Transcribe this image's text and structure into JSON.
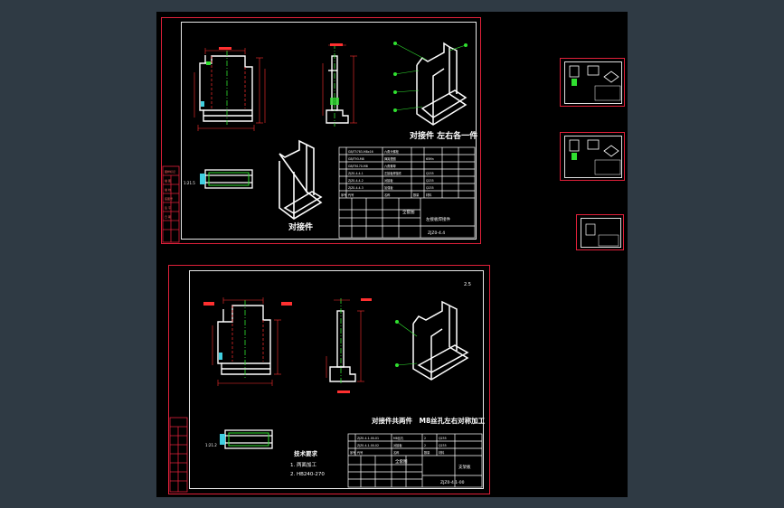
{
  "sheet1": {
    "label_pair": "对接件 左右各一件",
    "label_part": "对接件",
    "drawing_no": "ZJZ0-4.4",
    "title_block_name": "左接板焊接件",
    "company": "全套图",
    "scale_mark": "",
    "dim_left": "1:21.5"
  },
  "sheet2": {
    "heading": "对接件共两件　M8丝孔左右对称加工",
    "notes_title": "技术要求",
    "note_1": "1. 两面加工",
    "note_2": "2. HB240-270",
    "drawing_no": "ZJZ0-4.1-00",
    "title_block_name": "支架板",
    "company": "全套图",
    "scale_mark": "2.5",
    "dim_left": "1:21.2"
  },
  "colors": {
    "background": "#2f3a44",
    "canvas": "#000000",
    "frame": "#e0203a",
    "line": "#ffffff",
    "hidden": "#ff3030",
    "center": "#30e030",
    "cyan": "#40d0e0",
    "magenta": "#ff40ff"
  }
}
